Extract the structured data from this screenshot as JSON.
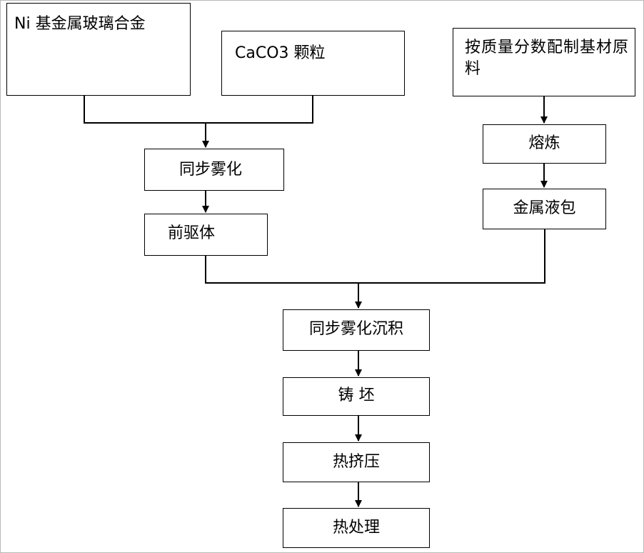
{
  "nodes": {
    "ni_glass": "Ni 基金属玻璃合金",
    "caco3": "CaCO3 颗粒",
    "raw_material": "按质量分数配制基材原料",
    "sync_atomize": "同步雾化",
    "precursor": "前驱体",
    "smelting": "熔炼",
    "ladle": "金属液包",
    "atomize_deposit": "同步雾化沉积",
    "billet": "铸 坯",
    "hot_extrude": "热挤压",
    "heat_treat": "热处理"
  },
  "colors": {
    "line": "#000000",
    "box_border": "#000000",
    "background": "#ffffff"
  }
}
